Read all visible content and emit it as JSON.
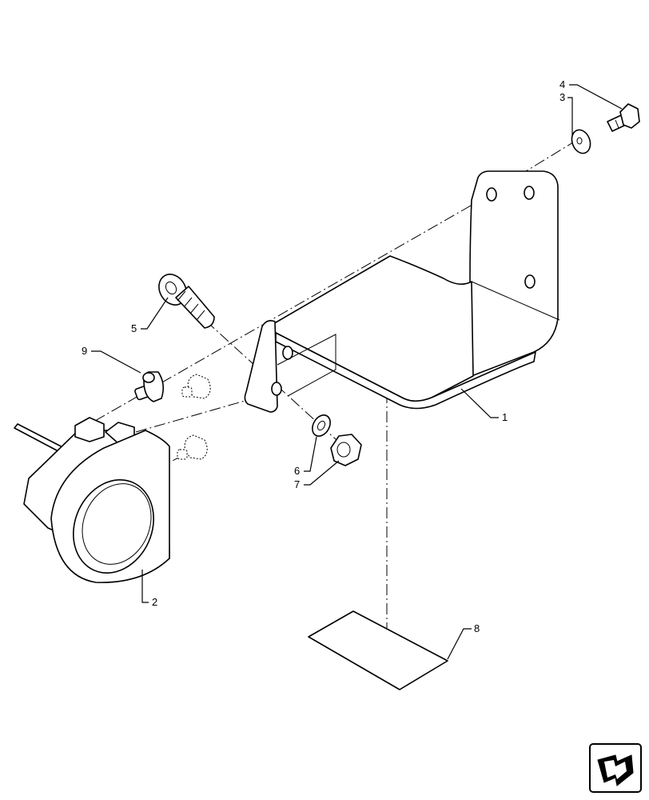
{
  "callouts": {
    "c1": "1",
    "c2": "2",
    "c3": "3",
    "c4": "4",
    "c5": "5",
    "c6": "6",
    "c7": "7",
    "c8": "8",
    "c9": "9"
  },
  "icons": {
    "nav": "next-page-arrow-icon"
  }
}
